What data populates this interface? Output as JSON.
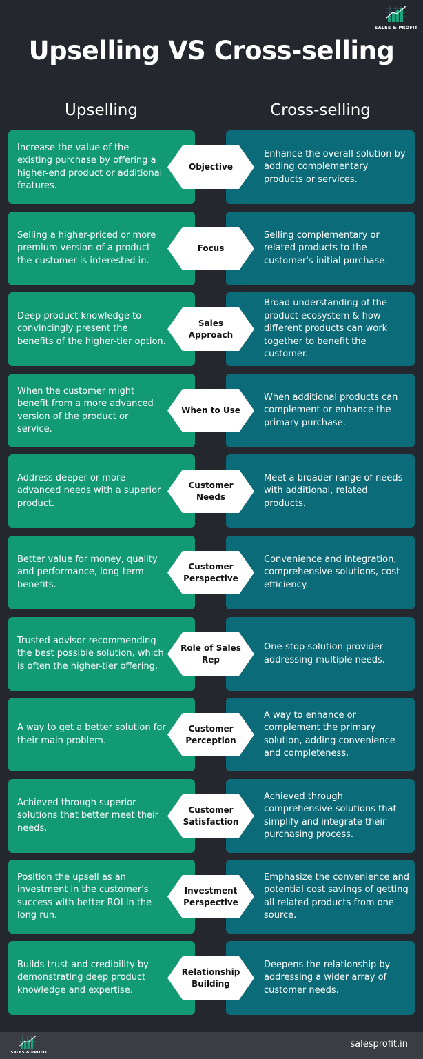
{
  "brand": {
    "name": "SALES & PROFIT"
  },
  "title": "Upselling VS Cross-selling",
  "columns": {
    "left": "Upselling",
    "right": "Cross-selling"
  },
  "rows": [
    {
      "label": "Objective",
      "left": "Increase the value of the existing purchase by offering a higher-end product or additional features.",
      "right": "Enhance the overall solution by adding complementary products or services."
    },
    {
      "label": "Focus",
      "left": "Selling a higher-priced or more premium version of a product the customer is interested in.",
      "right": "Selling complementary or related products to the customer's initial purchase."
    },
    {
      "label": "Sales Approach",
      "left": "Deep product knowledge to convincingly present the benefits of the higher-tier option.",
      "right": "Broad understanding of the product ecosystem & how different products can work together to benefit the customer."
    },
    {
      "label": "When to Use",
      "left": "When the customer might benefit from a more advanced version of the product or service.",
      "right": "When additional products can complement or enhance the primary purchase."
    },
    {
      "label": "Customer Needs",
      "left": "Address deeper or more advanced needs with a superior product.",
      "right": "Meet a broader range of needs with additional, related products."
    },
    {
      "label": "Customer Perspective",
      "left": "Better value for money, quality and performance, long-term benefits.",
      "right": "Convenience and integration, comprehensive solutions, cost efficiency."
    },
    {
      "label": "Role of Sales Rep",
      "left": "Trusted advisor recommending the best possible solution, which is often the higher-tier offering.",
      "right": "One-stop solution provider addressing multiple needs."
    },
    {
      "label": "Customer Perception",
      "left": "A way to get a better solution for their main problem.",
      "right": "A way to enhance or complement the primary solution, adding convenience and completeness."
    },
    {
      "label": "Customer Satisfaction",
      "left": "Achieved through superior solutions that better meet their needs.",
      "right": "Achieved through comprehensive solutions that simplify and integrate their purchasing process."
    },
    {
      "label": "Investment Perspective",
      "left": "Position the upsell as an investment in the customer's success with better ROI in the long run.",
      "right": "Emphasize the convenience and potential cost savings of getting all related products from one source."
    },
    {
      "label": "Relationship Building",
      "left": "Builds trust and credibility by demonstrating deep product knowledge and expertise.",
      "right": "Deepens the relationship by addressing a wider array of customer needs."
    }
  ],
  "footer": {
    "site": "salesprofit.in"
  },
  "colors": {
    "background": "#24272d",
    "upselling": "#119a73",
    "cross_selling": "#0c6b78",
    "label_bg": "#ffffff",
    "footer": "#3a3d42"
  }
}
